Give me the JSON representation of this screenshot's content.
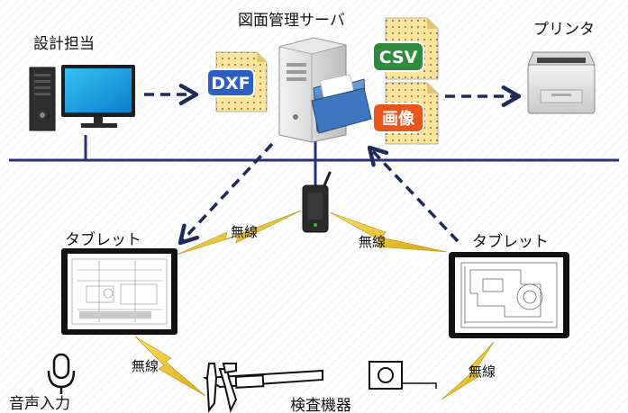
{
  "labels": {
    "designer": "設計担当",
    "server": "図面管理サーバ",
    "printer": "プリンタ",
    "tablet_left": "タブレット",
    "tablet_right": "タブレット",
    "wireless": "無線",
    "voice_input": "音声入力",
    "inspection": "検査機器"
  },
  "files": {
    "dxf": "DXF",
    "csv": "CSV",
    "image": "画像"
  },
  "colors": {
    "network_line": "#2a2f7a",
    "arrow": "#1f2a5a",
    "dxf_badge": "#2b5fc4",
    "csv_badge": "#2e8b3e",
    "image_badge": "#e8561c",
    "file_page": "#fde49a",
    "wireless_bolt": "#e8c21e"
  }
}
